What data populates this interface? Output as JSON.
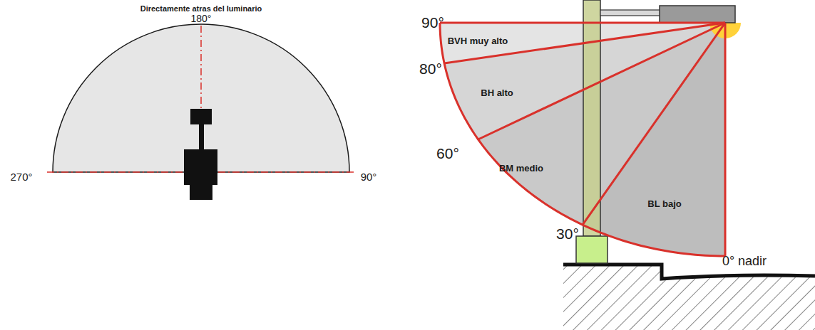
{
  "diagram": {
    "labels": [
      "Directamente atras del luminario",
      "180°",
      "270°",
      "90°",
      "90°",
      "80°",
      "60°",
      "30°",
      "0° nadir",
      "BVH muy alto",
      "BH alto",
      "BM medio",
      "BL bajo"
    ]
  }
}
